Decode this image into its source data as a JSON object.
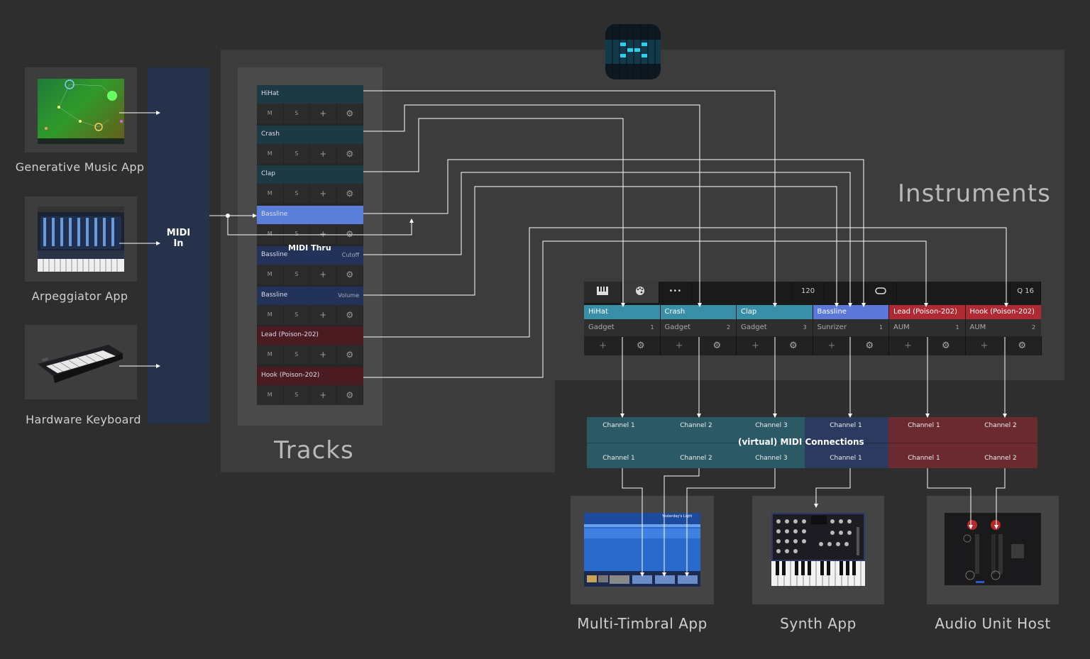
{
  "labels": {
    "instruments": "Instruments",
    "tracks": "Tracks",
    "midi_in": [
      "MIDI",
      "In"
    ],
    "midi_thru": "MIDI Thru",
    "virtual_midi": "(virtual) MIDI Connections"
  },
  "sources": [
    {
      "label": "Generative Music App"
    },
    {
      "label": "Arpeggiator App"
    },
    {
      "label": "Hardware Keyboard"
    }
  ],
  "tracks": [
    {
      "name": "HiHat",
      "param": "",
      "color": "#1d3a44"
    },
    {
      "name": "Crash",
      "param": "",
      "color": "#1d3a44"
    },
    {
      "name": "Clap",
      "param": "",
      "color": "#1d3a44"
    },
    {
      "name": "Bassline",
      "param": "",
      "color": "#5b7fd8"
    },
    {
      "name": "Bassline",
      "param": "Cutoff",
      "color": "#223258"
    },
    {
      "name": "Bassline",
      "param": "Volume",
      "color": "#223258"
    },
    {
      "name": "Lead (Poison-202)",
      "param": "",
      "color": "#4a1c22"
    },
    {
      "name": "Hook (Poison-202)",
      "param": "",
      "color": "#4a1c22"
    }
  ],
  "track_controls": [
    "M",
    "S",
    "+",
    "⚙"
  ],
  "toolbar": {
    "tempo": "120",
    "quantize": "Q 16"
  },
  "instruments": [
    {
      "name": "HiHat",
      "host": "Gadget",
      "num": "1",
      "color": "#3a8fa8"
    },
    {
      "name": "Crash",
      "host": "Gadget",
      "num": "2",
      "color": "#3a8fa8"
    },
    {
      "name": "Clap",
      "host": "Gadget",
      "num": "3",
      "color": "#3a8fa8"
    },
    {
      "name": "Bassline",
      "host": "Sunrizer",
      "num": "1",
      "color": "#5b78d8"
    },
    {
      "name": "Lead (Poison-202)",
      "host": "AUM",
      "num": "1",
      "color": "#b02a33"
    },
    {
      "name": "Hook (Poison-202)",
      "host": "AUM",
      "num": "2",
      "color": "#b02a33"
    }
  ],
  "channels_top": [
    "Channel 1",
    "Channel 2",
    "Channel 3",
    "Channel 1",
    "Channel 1",
    "Channel 2"
  ],
  "channels_bottom": [
    "Channel 1",
    "Channel 2",
    "Channel 3",
    "Channel 1",
    "Channel 1",
    "Channel 2"
  ],
  "devices": [
    {
      "label": "Multi-Timbral App"
    },
    {
      "label": "Synth App"
    },
    {
      "label": "Audio Unit Host"
    }
  ],
  "multitimbral_screen": {
    "title": "Yesterday's Light"
  },
  "colors": {
    "teal": "#2b5a66",
    "blue": "#2b3a5e",
    "red": "#6a2a30",
    "background": "#2e2e2e"
  }
}
